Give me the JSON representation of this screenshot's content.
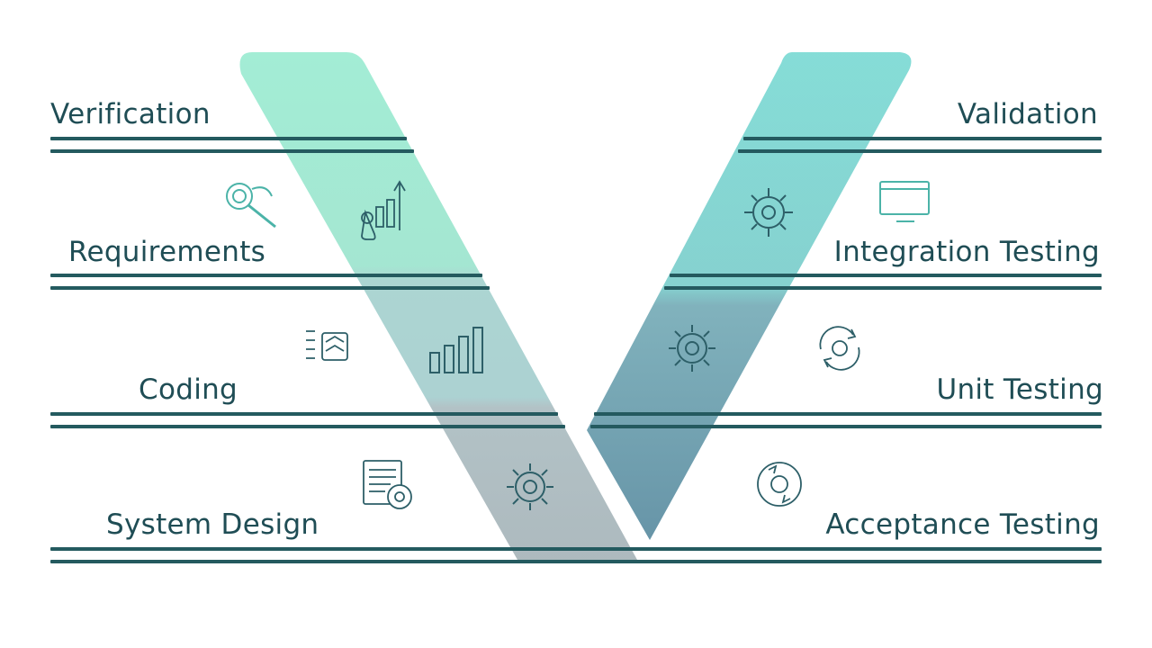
{
  "diagram": {
    "left_side": {
      "header": "Verification",
      "stages": [
        "Requirements",
        "Coding",
        "System Design"
      ]
    },
    "right_side": {
      "header": "Validation",
      "stages": [
        "Integration Testing",
        "Unit Testing",
        "Acceptance Testing"
      ]
    },
    "colors": {
      "text": "#1f4d55",
      "rules": "#245a5f",
      "band_light": "#9fe8d2",
      "band_mid": "#a9d2d2",
      "band_dark": "#a9b8bd",
      "right_band_light": "#86d9d4",
      "right_band_dark": "#6b9fae",
      "icon_stroke": "#2d5f68"
    },
    "icons": {
      "left": [
        "search-touch-icon",
        "server-icon",
        "document-gear-icon"
      ],
      "band_left": [
        "flask-chart-icon",
        "bar-chart-icon",
        "gear-icon"
      ],
      "band_right": [
        "gear-icon",
        "gear-icon"
      ],
      "right": [
        "monitor-icon",
        "refresh-icon",
        "cycle-icon"
      ]
    }
  }
}
